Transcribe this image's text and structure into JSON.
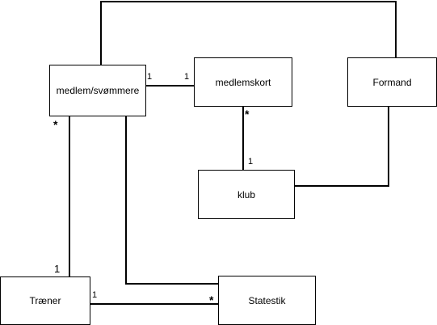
{
  "diagram": {
    "classes": {
      "member": "medlem/svømmere",
      "card": "medlemskort",
      "chairman": "Formand",
      "club": "klub",
      "trainer": "Træner",
      "statistics": "Statestik"
    },
    "multiplicities": {
      "member_card_left": "1",
      "member_card_right": "1",
      "card_club_top": "*",
      "card_club_bottom": "1",
      "member_trainer_top": "*",
      "member_trainer_bottom": "1",
      "trainer_stats_left": "1",
      "trainer_stats_right": "*"
    },
    "associations": [
      [
        "medlem/svømmere",
        "Formand"
      ],
      [
        "medlem/svømmere",
        "medlemskort"
      ],
      [
        "medlemskort",
        "klub"
      ],
      [
        "Formand",
        "klub"
      ],
      [
        "medlem/svømmere",
        "Træner"
      ],
      [
        "medlem/svømmere",
        "Statestik"
      ],
      [
        "Træner",
        "Statestik"
      ]
    ]
  }
}
